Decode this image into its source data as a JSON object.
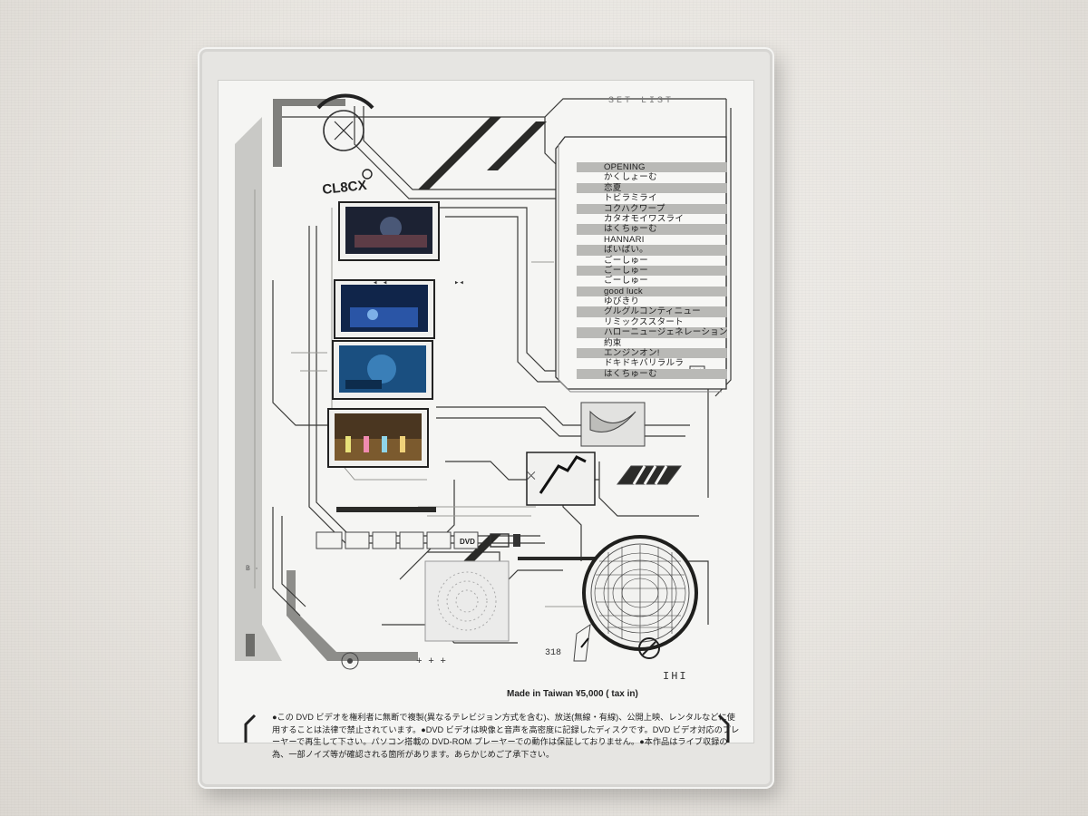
{
  "tracklist": [
    "OPENING",
    "かくしょーむ",
    "恋夏",
    "トビラミライ",
    "コクハクワープ",
    "カタオモイワスライ",
    "はくちゅーむ",
    "HANNARI",
    "ばいばい。",
    "ごーしゅー",
    "ごーしゅー",
    "ごーしゅー",
    "good luck",
    "ゆびきり",
    "グルグルコンティニュー",
    "リミックススタート",
    "ハローニュージェネレーション",
    "約束",
    "エンジンオン!",
    "ドキドキバリラルラ",
    "はくちゅーむ"
  ],
  "made_in": "Made in Taiwan ¥5,000 ( tax in)",
  "notice": "●この DVD ビデオを権利者に無断で複製(異なるテレビジョン方式を含む)、放送(無線・有線)、公開上映、レンタルなどに使用することは法律で禁止されています。●DVD ビデオは映像と音声を高密度に記録したディスクです。DVD ビデオ対応のプレーヤーで再生して下さい。パソコン搭載の DVD-ROM プレーヤーでの動作は保証しておりません。●本作品はライブ収録の為、一部ノイズ等が確認される箇所があります。あらかじめご了承下さい。",
  "catalog_number": "318",
  "logo_text": "CL8CX",
  "dvd_logo": "DVD"
}
